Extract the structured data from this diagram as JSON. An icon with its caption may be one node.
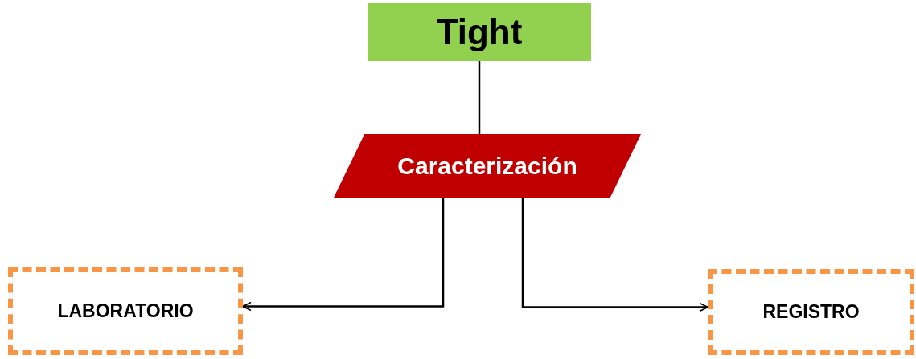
{
  "diagram": {
    "nodes": [
      {
        "text": [
          "Tight"
        ]
      },
      {
        "text": [
          "Caracterización"
        ]
      },
      {
        "text": [
          "LABORATORIO"
        ]
      },
      {
        "text": [
          "REGISTRO"
        ]
      }
    ],
    "edges": [
      {
        "from": 0,
        "to": 1,
        "arrow": "none"
      },
      {
        "from": 1,
        "to": 2,
        "arrow": "to"
      },
      {
        "from": 1,
        "to": 3,
        "arrow": "to"
      }
    ]
  }
}
